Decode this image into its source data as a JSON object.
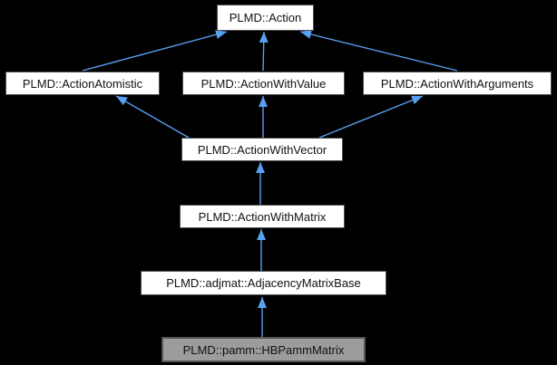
{
  "diagram": {
    "type": "class-inheritance-graph",
    "background_color": "#000000",
    "edge_color": "#58a0f2",
    "node_fill_color": "#ffffff",
    "node_border_color": "#4f4f4f",
    "highlight_fill_color": "#9c9c9c",
    "text_color": "#111111",
    "nodes": [
      {
        "label": "PLMD::Action",
        "highlighted": false
      },
      {
        "label": "PLMD::ActionAtomistic",
        "highlighted": false
      },
      {
        "label": "PLMD::ActionWithValue",
        "highlighted": false
      },
      {
        "label": "PLMD::ActionWithArguments",
        "highlighted": false
      },
      {
        "label": "PLMD::ActionWithVector",
        "highlighted": false
      },
      {
        "label": "PLMD::ActionWithMatrix",
        "highlighted": false
      },
      {
        "label": "PLMD::adjmat::AdjacencyMatrixBase",
        "highlighted": false
      },
      {
        "label": "PLMD::pamm::HBPammMatrix",
        "highlighted": true
      }
    ],
    "edges": [
      {
        "from": "PLMD::ActionAtomistic",
        "to": "PLMD::Action"
      },
      {
        "from": "PLMD::ActionWithValue",
        "to": "PLMD::Action"
      },
      {
        "from": "PLMD::ActionWithArguments",
        "to": "PLMD::Action"
      },
      {
        "from": "PLMD::ActionWithVector",
        "to": "PLMD::ActionAtomistic"
      },
      {
        "from": "PLMD::ActionWithVector",
        "to": "PLMD::ActionWithValue"
      },
      {
        "from": "PLMD::ActionWithVector",
        "to": "PLMD::ActionWithArguments"
      },
      {
        "from": "PLMD::ActionWithMatrix",
        "to": "PLMD::ActionWithVector"
      },
      {
        "from": "PLMD::adjmat::AdjacencyMatrixBase",
        "to": "PLMD::ActionWithMatrix"
      },
      {
        "from": "PLMD::pamm::HBPammMatrix",
        "to": "PLMD::adjmat::AdjacencyMatrixBase"
      }
    ]
  }
}
